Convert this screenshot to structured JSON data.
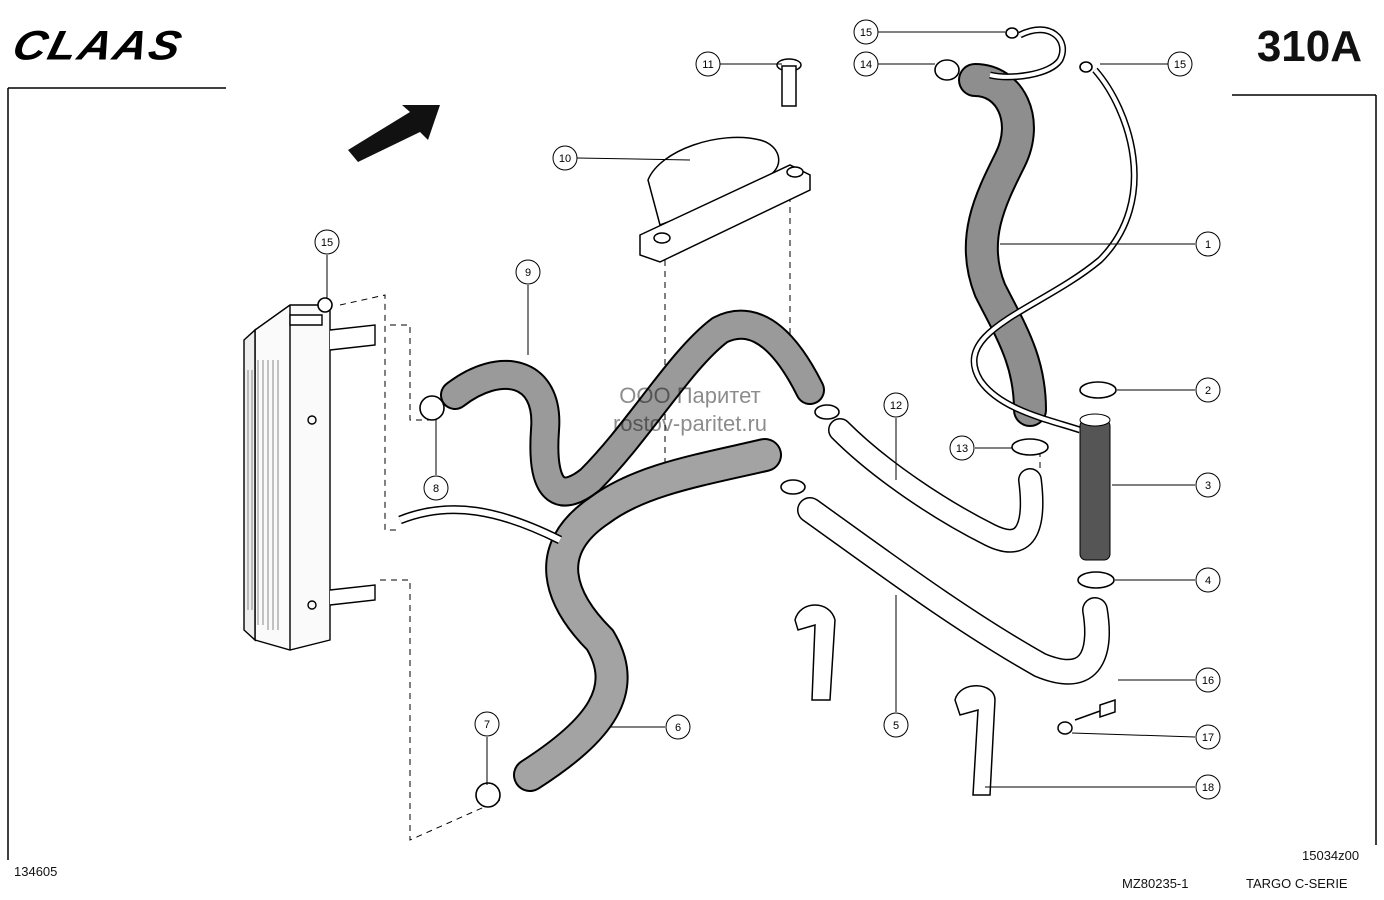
{
  "header": {
    "brand": "CLAAS",
    "page_code": "310A"
  },
  "footer": {
    "left_code": "134605",
    "drawing_no": "MZ80235-1",
    "model": "TARGO C-SERIE",
    "ref": "15034z00"
  },
  "watermark": {
    "line1": "ООО Паритет",
    "line2": "rostov-paritet.ru"
  },
  "callouts": {
    "c1": "1",
    "c2": "2",
    "c3": "3",
    "c4": "4",
    "c5": "5",
    "c6": "6",
    "c7": "7",
    "c8": "8",
    "c9": "9",
    "c10": "10",
    "c11": "11",
    "c12": "12",
    "c13": "13",
    "c14": "14",
    "c15a": "15",
    "c15b": "15",
    "c15c": "15",
    "c16": "16",
    "c17": "17",
    "c18": "18"
  }
}
